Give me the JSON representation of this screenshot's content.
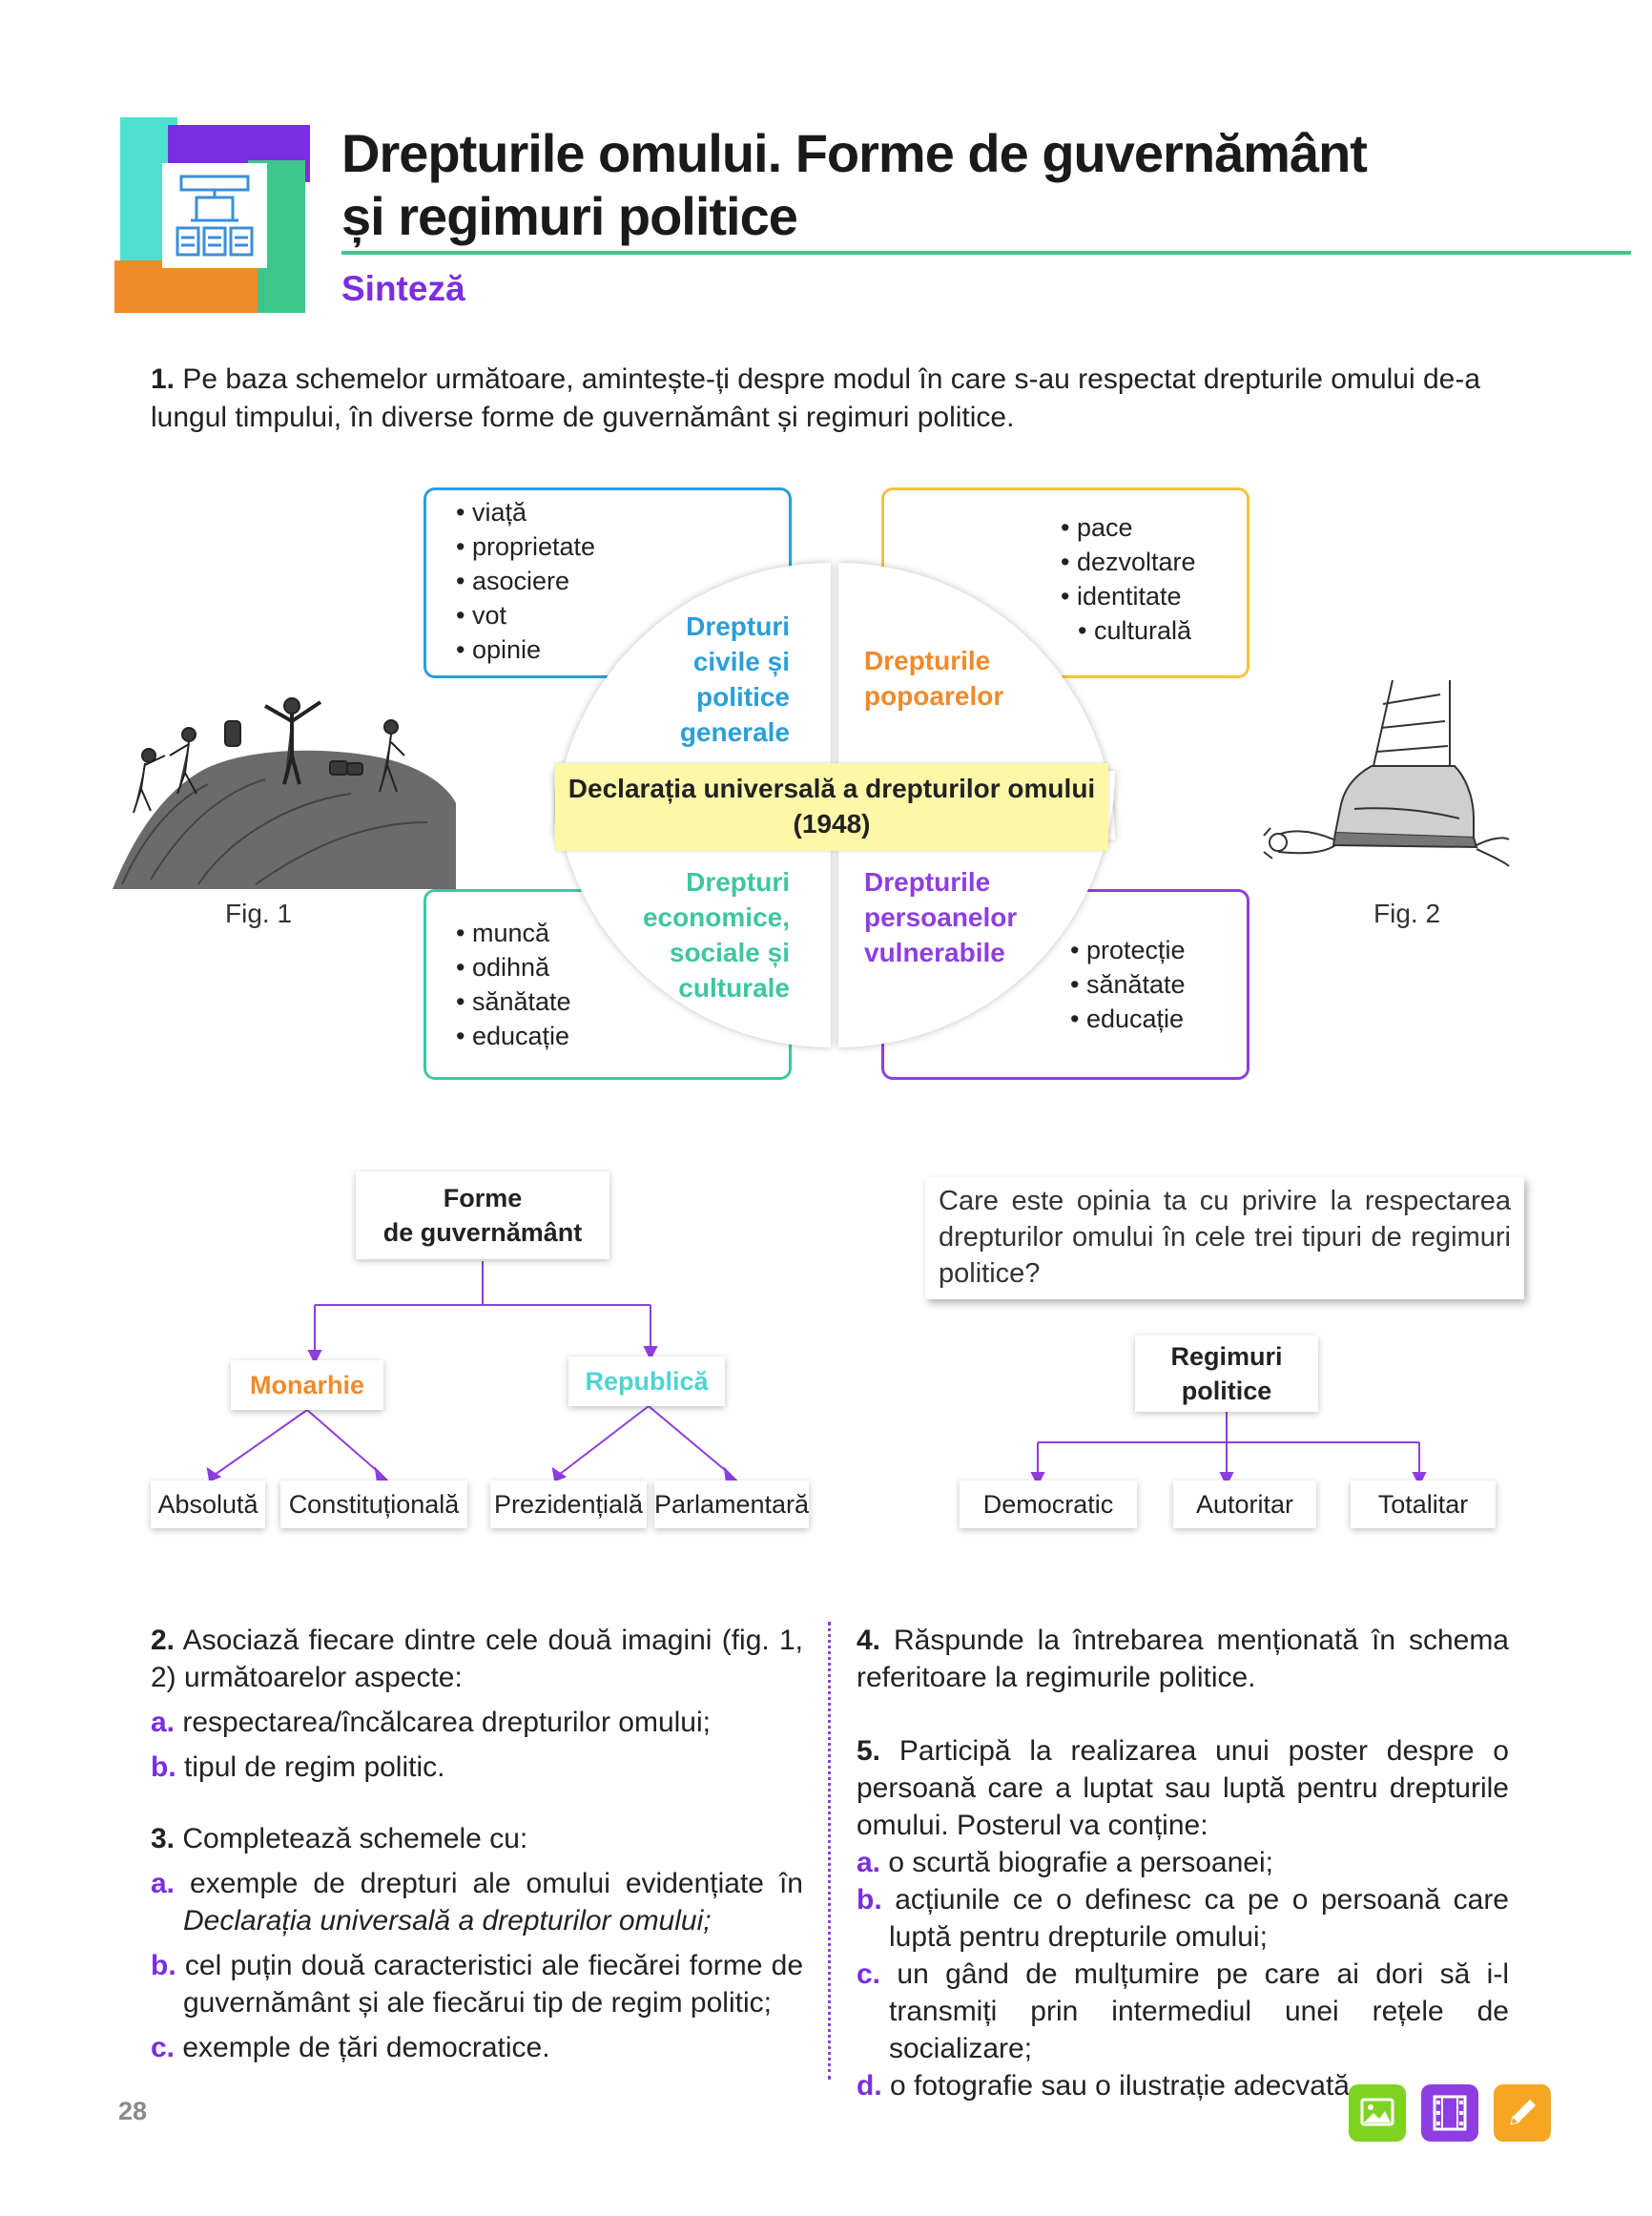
{
  "header": {
    "title_line1": "Drepturile omului. Forme de guvernământ",
    "title_line2": "și regimuri politice",
    "subtitle": "Sinteză"
  },
  "exercise1": {
    "number": "1.",
    "text": "Pe baza schemelor următoare, amintește-ți despre modul în care s-au respectat drepturile omului de-a lungul timpului, în diverse forme de guvernământ și regimuri politice."
  },
  "rights_diagram": {
    "center": {
      "line1": "Declarația universală a drepturilor omului",
      "line2": "(1948)"
    },
    "civil": {
      "label_lines": [
        "Drepturi",
        "civile și",
        "politice",
        "generale"
      ],
      "items": [
        "viață",
        "proprietate",
        "asociere",
        "vot",
        "opinie"
      ],
      "color": "#2a9fd8"
    },
    "peoples": {
      "label_lines": [
        "Drepturile",
        "popoarelor"
      ],
      "items": [
        "pace",
        "dezvoltare",
        "identitate",
        "culturală"
      ],
      "color": "#f5a623"
    },
    "economic": {
      "label_lines": [
        "Drepturi",
        "economice,",
        "sociale și",
        "culturale"
      ],
      "items": [
        "muncă",
        "odihnă",
        "sănătate",
        "educație"
      ],
      "color": "#3ec6a0"
    },
    "vulnerable": {
      "label_lines": [
        "Drepturile",
        "persoanelor",
        "vulnerabile"
      ],
      "items": [
        "protecție",
        "sănătate",
        "educație"
      ],
      "color": "#8e3ee0"
    },
    "fig1": "Fig. 1",
    "fig2": "Fig. 2"
  },
  "government_forms": {
    "root_line1": "Forme",
    "root_line2": "de guvernământ",
    "monarchy": "Monarhie",
    "republic": "Republică",
    "monarchy_types": [
      "Absolută",
      "Constituțională"
    ],
    "republic_types": [
      "Prezidențială",
      "Parlamentară"
    ],
    "monarchy_color": "#f08a2a",
    "republic_color": "#4fd3d3"
  },
  "political_regimes": {
    "question": "Care este opinia ta cu privire la respectarea drepturilor omului în cele trei tipuri de regimuri politice?",
    "root_line1": "Regimuri",
    "root_line2": "politice",
    "types": [
      "Democratic",
      "Autoritar",
      "Totalitar"
    ]
  },
  "exercise2": {
    "number": "2.",
    "text": "Asociază fiecare dintre cele două imagini (fig. 1, 2) următoarelor aspecte:",
    "items": [
      {
        "label": "a.",
        "text": "respectarea/încălcarea drepturilor omului;"
      },
      {
        "label": "b.",
        "text": "tipul de regim politic."
      }
    ]
  },
  "exercise3": {
    "number": "3.",
    "text": "Completează schemele cu:",
    "item_a_label": "a.",
    "item_a_text": "exemple de drepturi ale omului evidențiate în",
    "item_a_italic": "Declarația universală a drepturilor omului;",
    "item_b_label": "b.",
    "item_b_text": "cel puțin două caracteristici ale fiecărei forme de guvernământ și ale fiecărui tip de regim politic;",
    "item_c_label": "c.",
    "item_c_text": "exemple de țări democratice."
  },
  "exercise4": {
    "number": "4.",
    "text": "Răspunde la întrebarea menționată în schema referitoare la regimurile politice."
  },
  "exercise5": {
    "number": "5.",
    "text": "Participă la realizarea unui poster despre o persoană care a luptat sau luptă pentru drepturile omului. Posterul va conține:",
    "items": [
      {
        "label": "a.",
        "text": "o scurtă biografie a persoanei;"
      },
      {
        "label": "b.",
        "text": "acțiunile ce o definesc ca pe o persoană care luptă pentru drepturile omului;"
      },
      {
        "label": "c.",
        "text": "un gând de mulțumire pe care ai dori să i-l transmiți prin intermediul unei rețele de socializare;"
      },
      {
        "label": "d.",
        "text": "o fotografie sau o ilustrație adecvată."
      }
    ]
  },
  "footer": {
    "page_number": "28",
    "icons": [
      "image-icon",
      "film-icon",
      "pencil-icon"
    ],
    "icon_colors": [
      "#7ed321",
      "#8e3ee0",
      "#f5a623"
    ]
  }
}
